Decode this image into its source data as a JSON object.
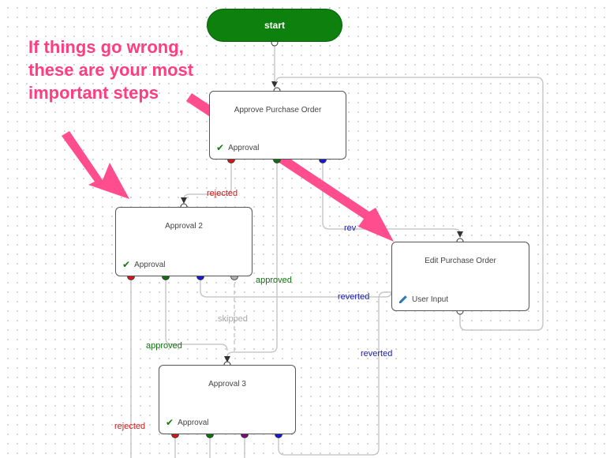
{
  "annotation": {
    "lines": [
      "If things go wrong,",
      "these are your most",
      "important steps"
    ],
    "color": "#ff3d81"
  },
  "start": {
    "label": "start",
    "color": "#0d800d"
  },
  "nodes": [
    {
      "id": "approve-po",
      "title": "Approve Purchase Order",
      "type_label": "Approval",
      "type_icon": "check-icon"
    },
    {
      "id": "approval-2",
      "title": "Approval 2",
      "type_label": "Approval",
      "type_icon": "check-icon"
    },
    {
      "id": "edit-po",
      "title": "Edit Purchase Order",
      "type_label": "User Input",
      "type_icon": "pencil-icon"
    },
    {
      "id": "approval-3",
      "title": "Approval 3",
      "type_label": "Approval",
      "type_icon": "check-icon"
    }
  ],
  "edge_labels": {
    "rejected_top": "rejected",
    "reverted_top": "rev",
    "approved_mid": "approved",
    "reverted_mid": "reverted",
    "skipped": "skipped",
    "approved_low": "approved",
    "reverted_low": "reverted",
    "rejected_low": "rejected"
  },
  "colors": {
    "rejected": "#d01818",
    "approved": "#107010",
    "reverted": "#1818b8",
    "skipped": "#a8a8a8",
    "connector": "#c8c8c8"
  }
}
